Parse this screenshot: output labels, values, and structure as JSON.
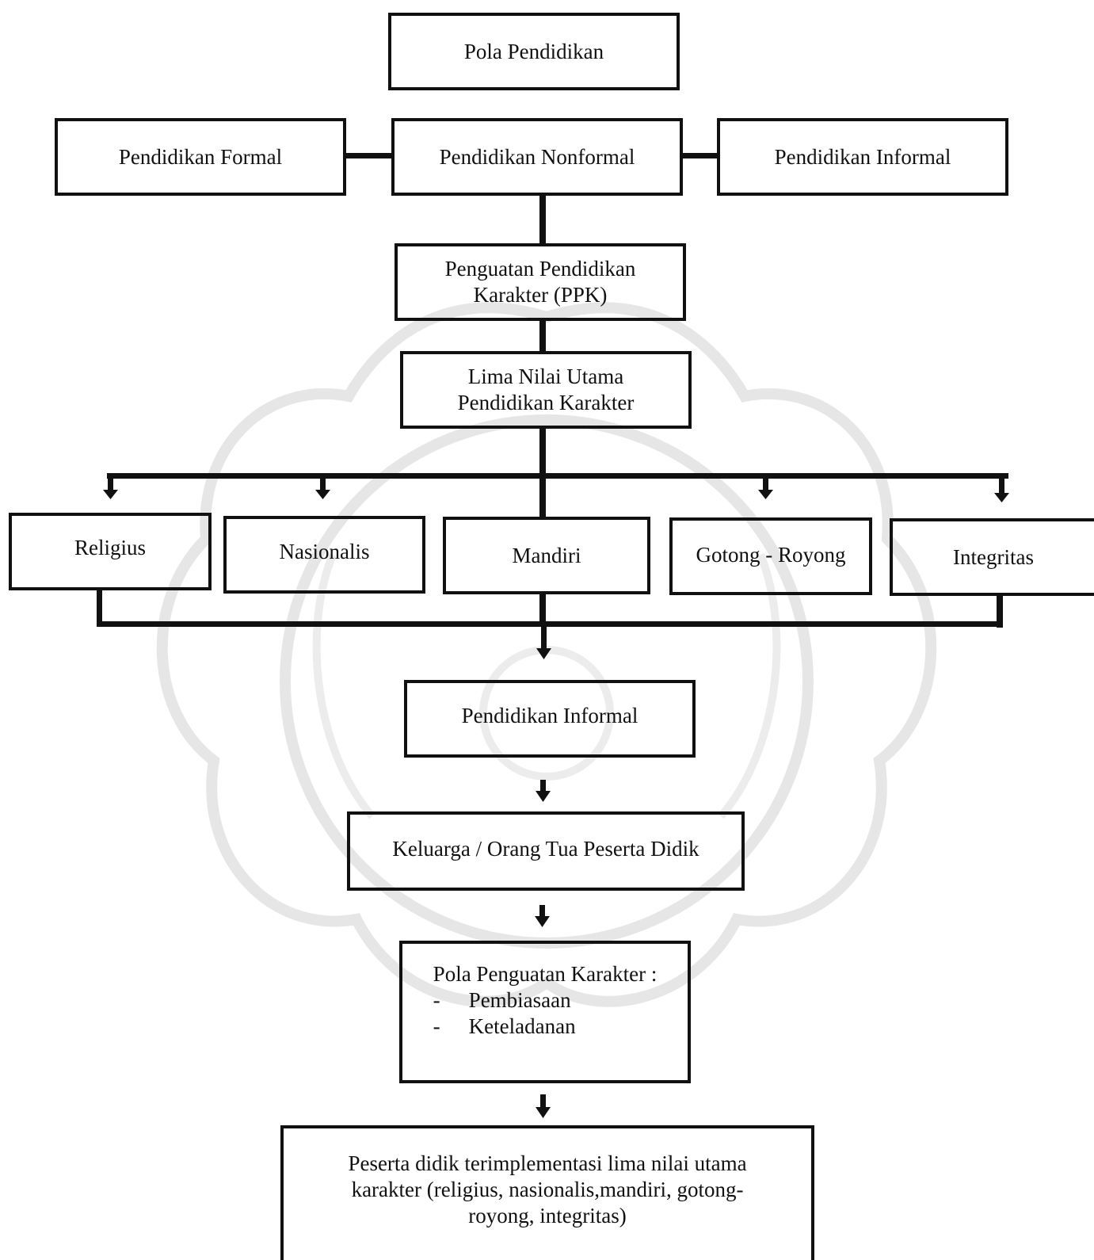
{
  "diagram": {
    "top": "Pola Pendidikan",
    "row2": {
      "left": "Pendidikan Formal",
      "center": "Pendidikan Nonformal",
      "right": "Pendidikan Informal"
    },
    "ppk": [
      "Penguatan Pendidikan",
      "Karakter (PPK)"
    ],
    "lima": [
      "Lima Nilai Utama",
      "Pendidikan Karakter"
    ],
    "values": [
      "Religius",
      "Nasionalis",
      "Mandiri",
      "Gotong - Royong",
      "Integritas"
    ],
    "informal": "Pendidikan Informal",
    "keluarga": "Keluarga / Orang Tua Peserta Didik",
    "pola": {
      "title": "Pola Penguatan Karakter :",
      "items": [
        "Pembiasaan",
        "Keteladanan"
      ],
      "bullet": "-"
    },
    "result": [
      "Peserta didik terimplementasi lima nilai utama",
      "karakter (religius,  nasionalis,mandiri, gotong-",
      "royong, integritas)"
    ]
  }
}
